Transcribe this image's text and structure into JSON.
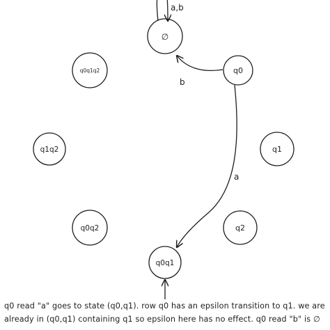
{
  "diagram": {
    "states": [
      {
        "id": "empty",
        "label": "∅"
      },
      {
        "id": "q0",
        "label": "q0"
      },
      {
        "id": "q0q1q2",
        "label": "q0q1q2"
      },
      {
        "id": "q1q2",
        "label": "q1q2"
      },
      {
        "id": "q1",
        "label": "q1"
      },
      {
        "id": "q0q2",
        "label": "q0q2"
      },
      {
        "id": "q2",
        "label": "q2"
      },
      {
        "id": "q0q1",
        "label": "q0q1"
      }
    ],
    "transitions": [
      {
        "from": "empty",
        "to": "empty",
        "label": "a,b"
      },
      {
        "from": "q0",
        "to": "empty",
        "label": "b"
      },
      {
        "from": "q0",
        "to": "q0q1",
        "label": "a"
      }
    ],
    "start_state": "q0q1"
  },
  "caption": "q0 read \"a\" goes to state (q0,q1). row q0 has an epsilon transition to q1. we are already in (q0,q1) containing q1 so epsilon here has no effect. q0 read \"b\" is ∅",
  "colors": {
    "stroke": "#1e1e1e",
    "background": "#ffffff"
  }
}
